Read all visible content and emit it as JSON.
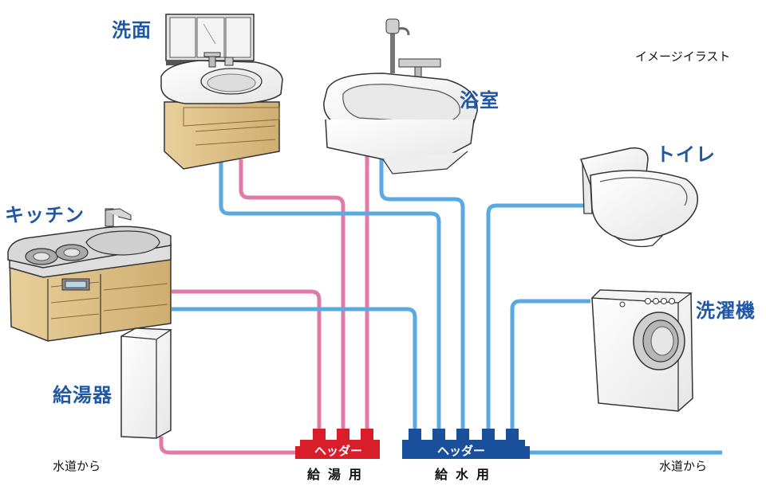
{
  "note": "イメージイラスト",
  "labels": {
    "washbasin": "洗面",
    "bathroom": "浴室",
    "toilet": "トイレ",
    "kitchen": "キッチン",
    "washer": "洗濯機",
    "water_heater": "給湯器"
  },
  "headers": {
    "hot": {
      "title": "ヘッダー",
      "caption": "給湯用",
      "color": "#d81e2a"
    },
    "cold": {
      "title": "ヘッダー",
      "caption": "給水用",
      "color": "#1a4f9c"
    }
  },
  "water_source_left": "水道から",
  "water_source_right": "水道から",
  "colors": {
    "hot_pipe": "#e07aa6",
    "cold_pipe": "#5aa9e0",
    "label": "#1f57a4",
    "cabinet": "#dcc08a"
  }
}
